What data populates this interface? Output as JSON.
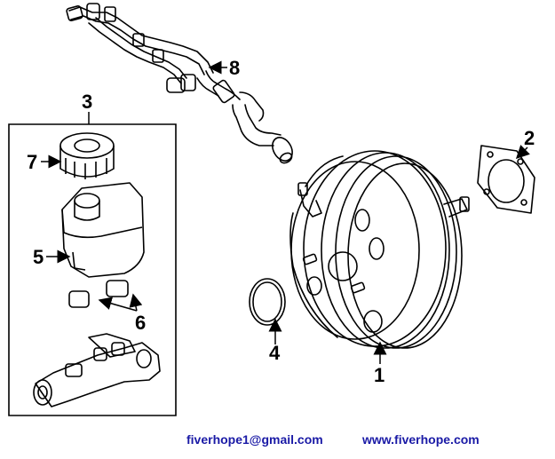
{
  "callouts": {
    "c1": "1",
    "c2": "2",
    "c3": "3",
    "c4": "4",
    "c5": "5",
    "c6": "6",
    "c7": "7",
    "c8": "8"
  },
  "footer": {
    "email": "fiverhope1@gmail.com",
    "website": "www.fiverhope.com"
  },
  "colors": {
    "line": "#000000",
    "footer_text": "#1a1aa6"
  }
}
